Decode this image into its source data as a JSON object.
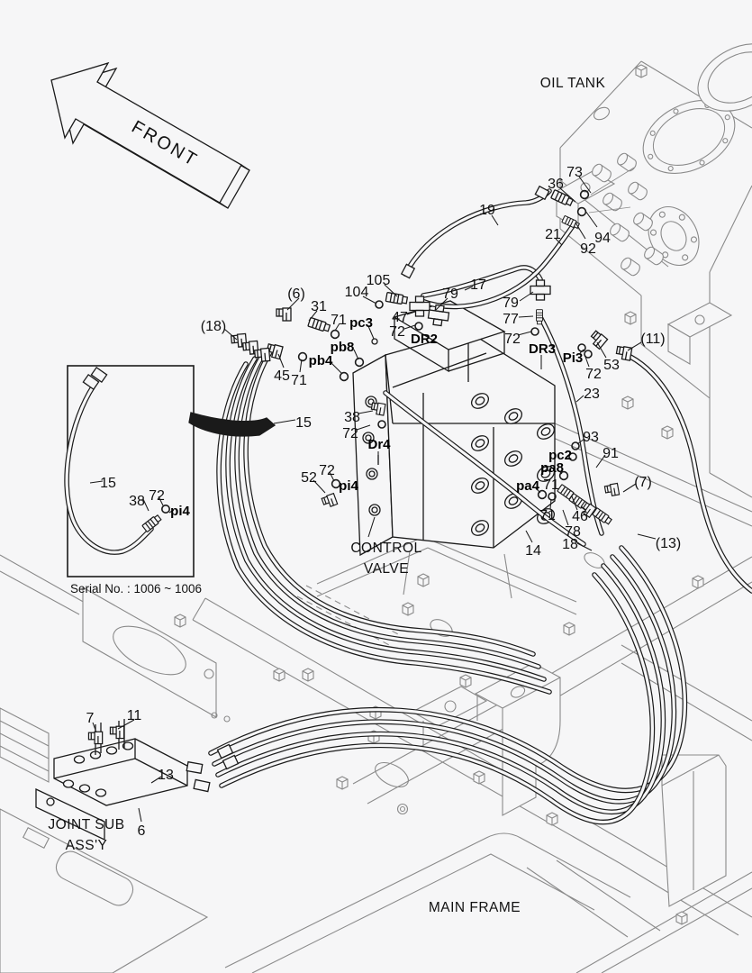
{
  "meta": {
    "description": "Exploded hydraulic piping parts diagram (control valve to oil tank piping on main frame)",
    "drawing_style": "black-and-white isometric line art"
  },
  "colors": {
    "background": "#f6f6f7",
    "part_line": "#1a1a1a",
    "structure_line": "#8a8a8a"
  },
  "sections": {
    "front_arrow": "FRONT",
    "oil_tank": "OIL TANK",
    "control_valve_line1": "CONTROL",
    "control_valve_line2": "VALVE",
    "main_frame": "MAIN FRAME",
    "joint_sub_line1": "JOINT SUB",
    "joint_sub_line2": "ASS'Y",
    "inset_serial_note": "Serial No. : 1006 ~ 1006"
  },
  "callouts": [
    {
      "text": "73",
      "kind": "part"
    },
    {
      "text": "36",
      "kind": "part"
    },
    {
      "text": "19",
      "kind": "part"
    },
    {
      "text": "21",
      "kind": "part"
    },
    {
      "text": "94",
      "kind": "part"
    },
    {
      "text": "92",
      "kind": "part"
    },
    {
      "text": "105",
      "kind": "part"
    },
    {
      "text": "104",
      "kind": "part"
    },
    {
      "text": "17",
      "kind": "part"
    },
    {
      "text": "79",
      "kind": "part"
    },
    {
      "text": "79",
      "kind": "part"
    },
    {
      "text": "(6)",
      "kind": "group"
    },
    {
      "text": "31",
      "kind": "part"
    },
    {
      "text": "77",
      "kind": "part"
    },
    {
      "text": "71",
      "kind": "part"
    },
    {
      "text": "pc3",
      "kind": "port"
    },
    {
      "text": "47",
      "kind": "part"
    },
    {
      "text": "(18)",
      "kind": "group"
    },
    {
      "text": "72",
      "kind": "part"
    },
    {
      "text": "DR2",
      "kind": "port"
    },
    {
      "text": "72",
      "kind": "part"
    },
    {
      "text": "DR3",
      "kind": "port"
    },
    {
      "text": "pb8",
      "kind": "port"
    },
    {
      "text": "Pi3",
      "kind": "port"
    },
    {
      "text": "pb4",
      "kind": "port"
    },
    {
      "text": "53",
      "kind": "part"
    },
    {
      "text": "(11)",
      "kind": "group"
    },
    {
      "text": "72",
      "kind": "part"
    },
    {
      "text": "45",
      "kind": "part"
    },
    {
      "text": "71",
      "kind": "part"
    },
    {
      "text": "23",
      "kind": "part"
    },
    {
      "text": "38",
      "kind": "part"
    },
    {
      "text": "15",
      "kind": "part"
    },
    {
      "text": "72",
      "kind": "part"
    },
    {
      "text": "Dr4",
      "kind": "port"
    },
    {
      "text": "93",
      "kind": "part"
    },
    {
      "text": "pc2",
      "kind": "port"
    },
    {
      "text": "91",
      "kind": "part"
    },
    {
      "text": "pa8",
      "kind": "port"
    },
    {
      "text": "pa4",
      "kind": "port"
    },
    {
      "text": "71",
      "kind": "part"
    },
    {
      "text": "(7)",
      "kind": "group"
    },
    {
      "text": "52",
      "kind": "part"
    },
    {
      "text": "72",
      "kind": "part"
    },
    {
      "text": "pi4",
      "kind": "port"
    },
    {
      "text": "71",
      "kind": "part"
    },
    {
      "text": "46",
      "kind": "part"
    },
    {
      "text": "78",
      "kind": "part"
    },
    {
      "text": "18",
      "kind": "part"
    },
    {
      "text": "14",
      "kind": "part"
    },
    {
      "text": "(13)",
      "kind": "group"
    },
    {
      "text": "15",
      "kind": "part"
    },
    {
      "text": "38",
      "kind": "part"
    },
    {
      "text": "72",
      "kind": "part"
    },
    {
      "text": "pi4",
      "kind": "port"
    },
    {
      "text": "7",
      "kind": "part"
    },
    {
      "text": "11",
      "kind": "part"
    },
    {
      "text": "13",
      "kind": "part"
    },
    {
      "text": "6",
      "kind": "part"
    }
  ]
}
